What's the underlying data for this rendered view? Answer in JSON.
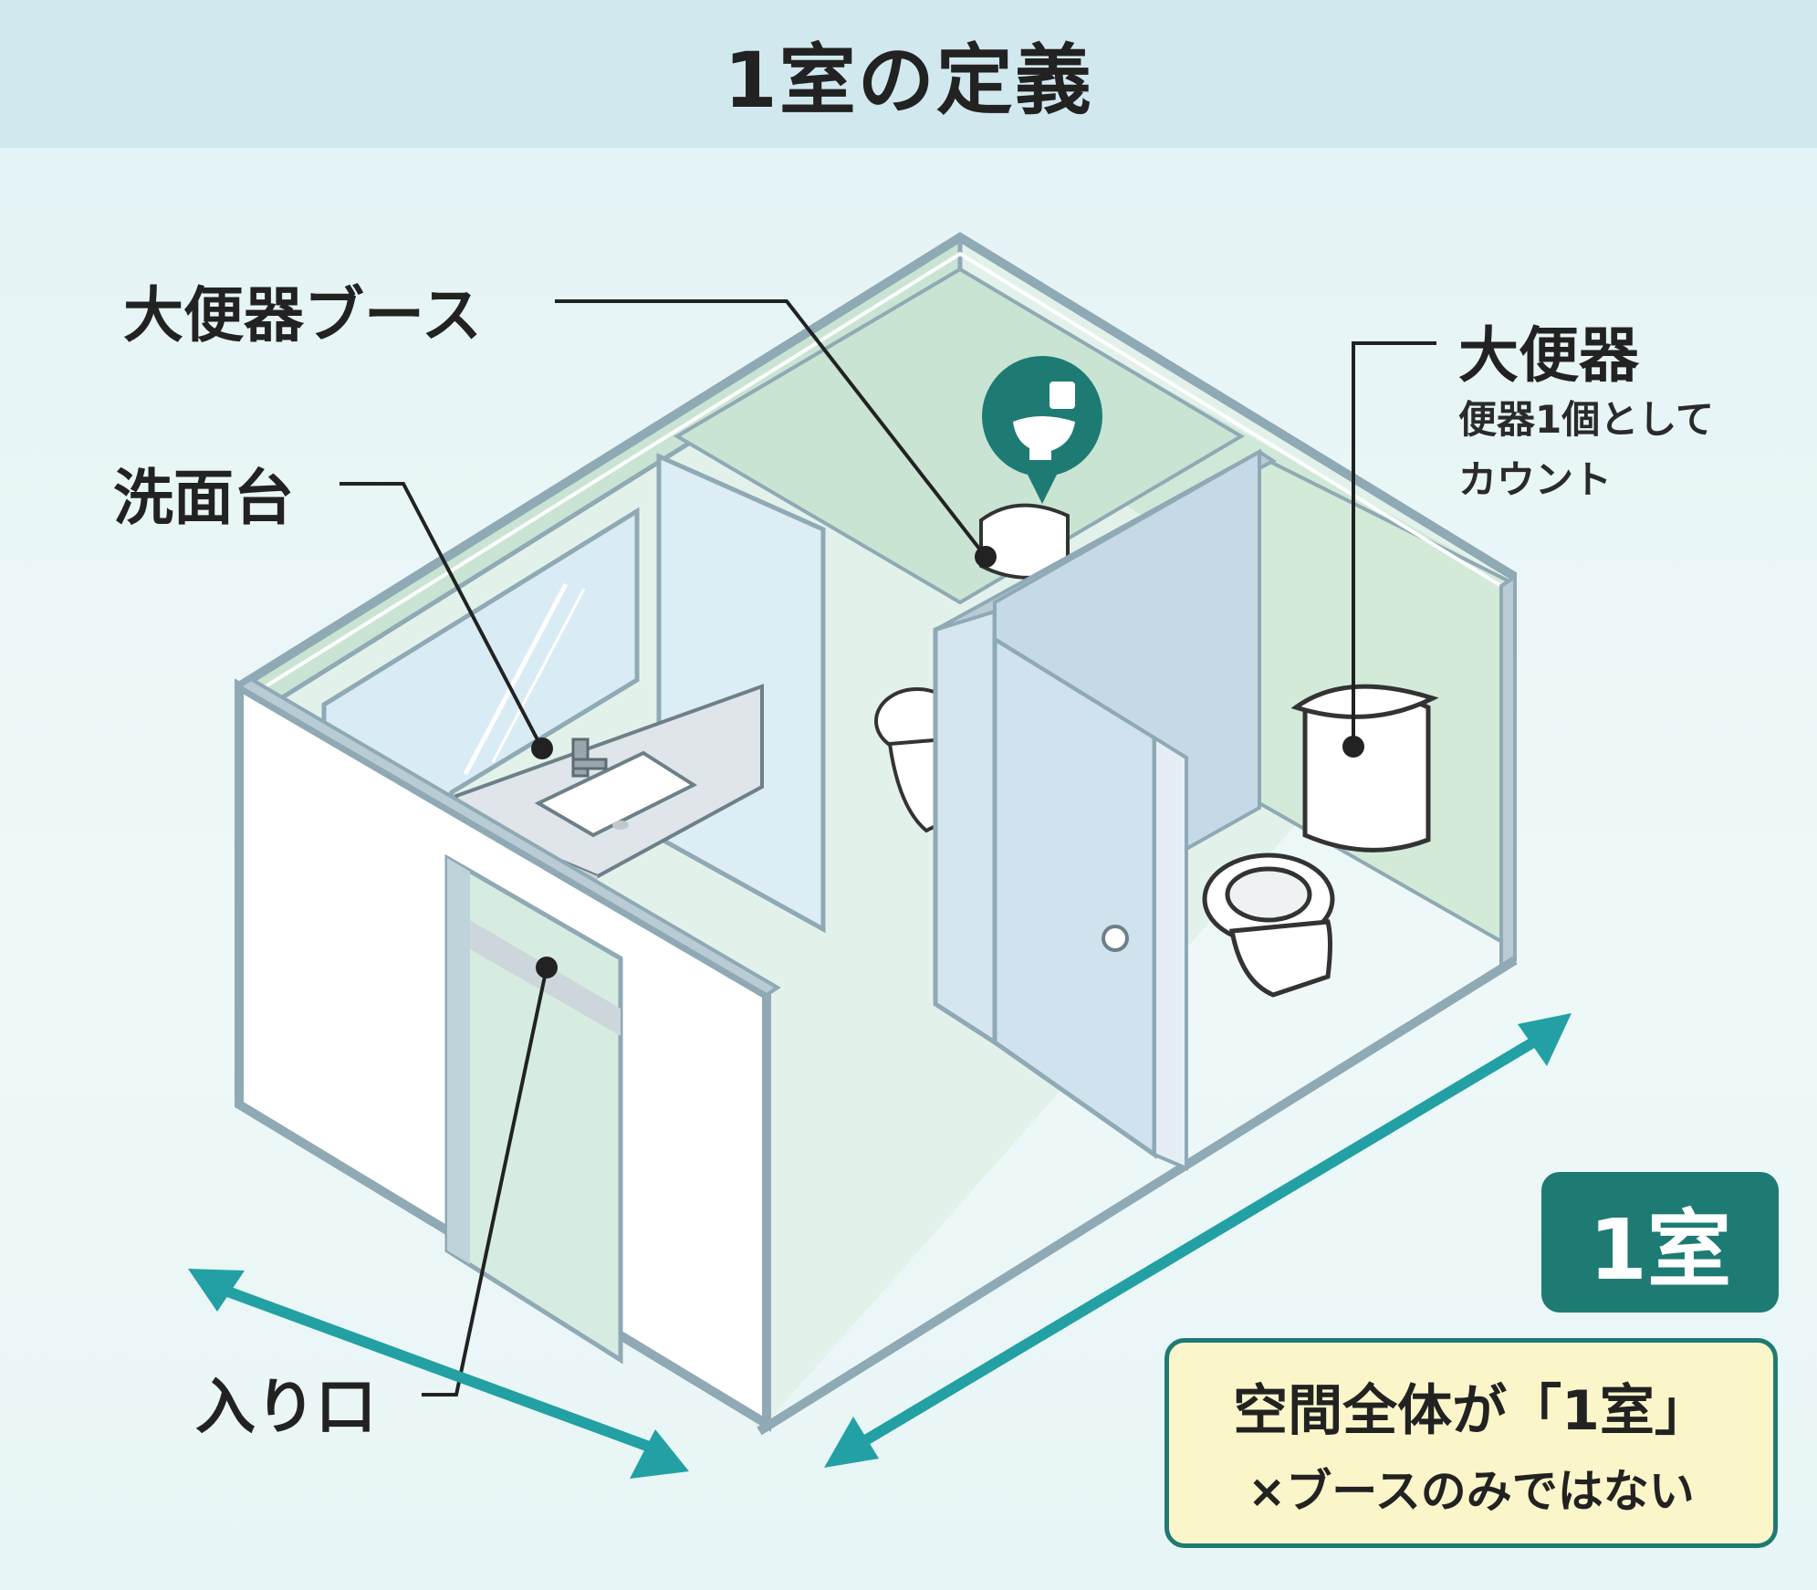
{
  "title": "1室の定義",
  "labels": {
    "booth": "大便器ブース",
    "washbasin": "洗面台",
    "toilet": "大便器",
    "toilet_note_line1": "便器1個として",
    "toilet_note_line2": "カウント",
    "entrance": "入り口"
  },
  "badge": "1室",
  "note": {
    "main": "空間全体が「1室」",
    "sub": "×ブースのみではない"
  },
  "colors": {
    "accent": "#1e7b74",
    "arrow": "#22a0a4",
    "wall_green": "#cfe8d8",
    "floor": "#e2f2ea",
    "note_bg": "#fbf6c9"
  }
}
